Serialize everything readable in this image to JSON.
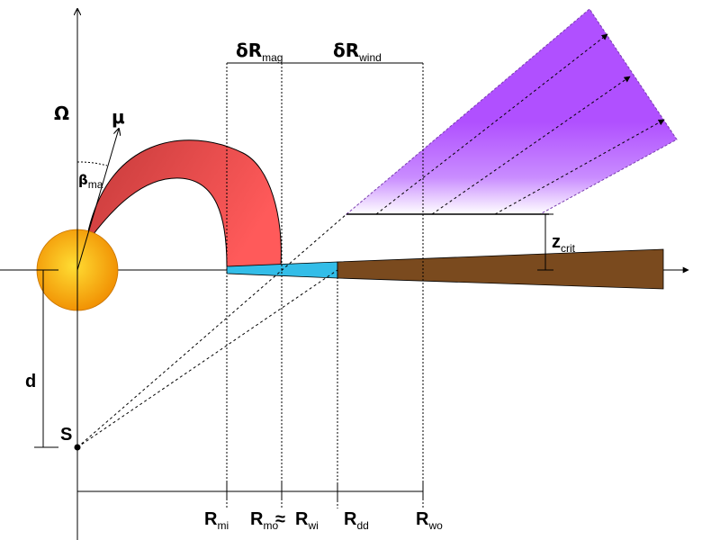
{
  "labels": {
    "omega": "Ω",
    "mu": "μ",
    "beta": "β",
    "beta_sub": "ma",
    "d": "d",
    "s": "S",
    "delta_r_mag": "δR",
    "delta_r_mag_sub": "mag",
    "delta_r_wind": "δR",
    "delta_r_wind_sub": "wind",
    "z_crit": "z",
    "z_crit_sub": "crit",
    "r_mi": "R",
    "r_mi_sub": "mi",
    "r_mo": "R",
    "r_mo_sub": "mo",
    "approx": "≈",
    "r_wi": "R",
    "r_wi_sub": "wi",
    "r_dd": "R",
    "r_dd_sub": "dd",
    "r_wo": "R",
    "r_wo_sub": "wo"
  },
  "colors": {
    "star_center": "#ffdd33",
    "star_edge": "#f08c00",
    "magnetosphere_light": "#ff5a5a",
    "magnetosphere_dark": "#c43a3a",
    "inner_disk": "#33bde8",
    "outer_disk": "#7a4a1e",
    "wind_top": "#b050ff",
    "wind_bottom": "#ffffff"
  }
}
